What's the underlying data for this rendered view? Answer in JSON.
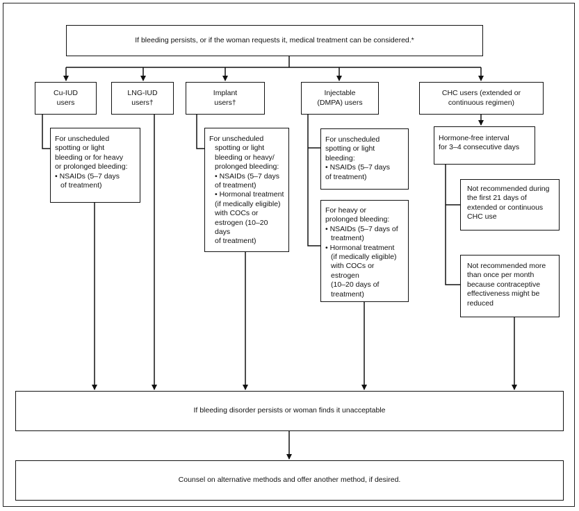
{
  "top": {
    "text": "If bleeding persists, or if the woman requests it, medical treatment can be considered.*"
  },
  "methods": {
    "cu_iud": {
      "lines": [
        "Cu-IUD",
        "users"
      ]
    },
    "lng_iud": {
      "lines": [
        "LNG-IUD",
        "users†"
      ]
    },
    "implant": {
      "lines": [
        "Implant",
        "users†"
      ]
    },
    "injectable": {
      "lines": [
        "Injectable",
        "(DMPA) users"
      ]
    },
    "chc": {
      "lines": [
        "CHC users (extended or",
        "continuous regimen)"
      ]
    }
  },
  "treatments": {
    "cu_iud": {
      "lines": [
        "For unscheduled",
        "spotting or light",
        "bleeding or for heavy",
        "or prolonged bleeding:",
        "• NSAIDs  (5–7 days",
        "of treatment)"
      ]
    },
    "implant": {
      "lines": [
        "For unscheduled",
        "spotting or light",
        "bleeding or heavy/",
        "prolonged bleeding:",
        "• NSAIDs (5–7 days",
        "of treatment)",
        "• Hormonal treatment",
        "(if medically eligible)",
        "with COCs or",
        "estrogen (10–20 days",
        "of treatment)"
      ]
    },
    "injectable_light": {
      "lines": [
        "For unscheduled",
        "spotting or light",
        "bleeding:",
        "• NSAIDs (5–7 days",
        "of treatment)"
      ]
    },
    "injectable_heavy": {
      "lines": [
        "For heavy or",
        "prolonged bleeding:",
        "• NSAIDs (5–7 days of",
        "treatment)",
        "• Hormonal treatment",
        "(if medically eligible)",
        "with COCs or estrogen",
        "(10–20 days of",
        "treatment)"
      ]
    },
    "chc_interval": {
      "lines": [
        "Hormone-free interval",
        "for 3–4 consecutive days"
      ]
    },
    "chc_note1": {
      "lines": [
        "Not recommended during",
        "the first 21 days of",
        "extended or continuous",
        "CHC use"
      ]
    },
    "chc_note2": {
      "lines": [
        "Not recommended more",
        "than once per month",
        "because contraceptive",
        "effectiveness might be",
        "reduced"
      ]
    }
  },
  "persist": {
    "text": "If bleeding disorder persists or woman finds it unacceptable"
  },
  "counsel": {
    "text": "Counsel on alternative methods and offer another method, if desired."
  }
}
